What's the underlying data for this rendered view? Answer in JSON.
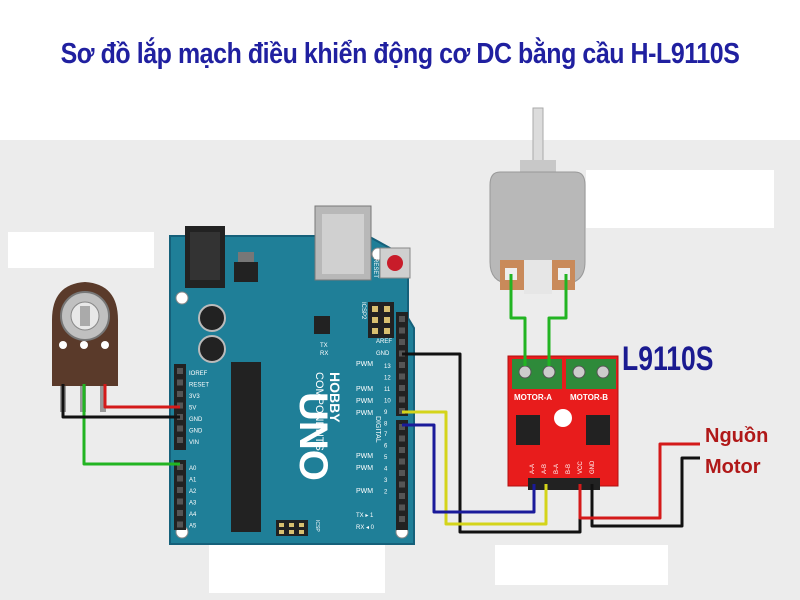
{
  "title": "Sơ đồ lắp mạch điều khiển động cơ DC bằng cầu H-L9110S",
  "driver_label": "L9110S",
  "power_label_line1": "Nguồn",
  "power_label_line2": "Motor",
  "arduino": {
    "brand_line1": "HOBBY",
    "brand_line2": "COMPONENTS",
    "model": "UNO",
    "reset": "RESET",
    "icsp": "ICSP2",
    "icsp1": "ICSP",
    "digital": "DIGITAL",
    "tx": "TX",
    "rx": "RX",
    "pwm": "PWM",
    "aref": "AREF",
    "gnd": "GND",
    "power_pins": [
      "IOREF",
      "RESET",
      "3V3",
      "5V",
      "GND",
      "GND",
      "VIN"
    ],
    "analog_pins": [
      "A0",
      "A1",
      "A2",
      "A3",
      "A4",
      "A5"
    ],
    "digital_pins": [
      "13",
      "12",
      "11",
      "10",
      "9",
      "8",
      "7",
      "6",
      "5",
      "4",
      "3",
      "2"
    ],
    "tx_pin": "TX ▸ 1",
    "rx_pin": "RX ◂ 0"
  },
  "driver": {
    "motor_a": "MOTOR-A",
    "motor_b": "MOTOR-B",
    "pins": [
      "A-A",
      "A-B",
      "B-A",
      "B-B",
      "VCC",
      "GND"
    ]
  },
  "colors": {
    "title": "#2020a0",
    "arduino_board": "#1f7f98",
    "driver_board": "#e81c1c",
    "wire_red": "#d41a1a",
    "wire_black": "#111111",
    "wire_green": "#22b422",
    "wire_yellow": "#d4d41a",
    "wire_blue": "#1a1a9a",
    "power_label": "#b01818"
  }
}
